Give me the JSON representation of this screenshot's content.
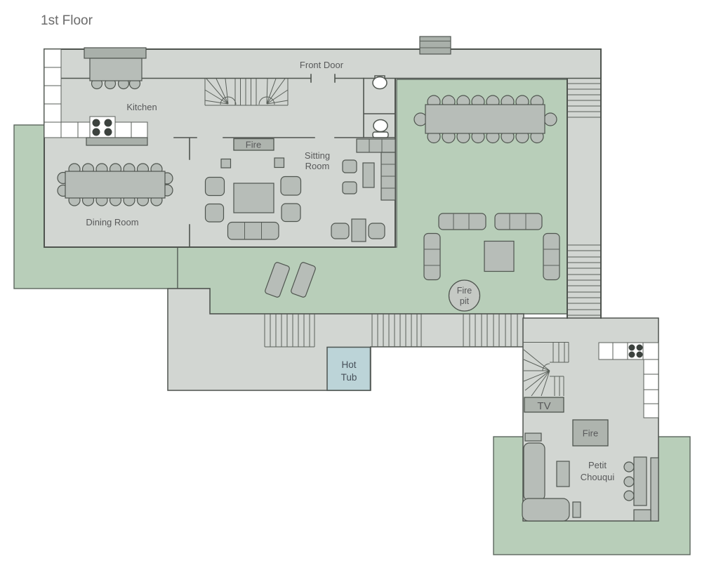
{
  "title": "1st Floor",
  "labels": {
    "front_door": "Front Door",
    "kitchen": "Kitchen",
    "dining_room": "Dining Room",
    "sitting_room": [
      "Sitting",
      "Room"
    ],
    "fire_sitting": "Fire",
    "hot_tub": [
      "Hot",
      "Tub"
    ],
    "fire_pit": [
      "Fire",
      "pit"
    ],
    "tv": "TV",
    "fire_petit": "Fire",
    "petit_chouqui": [
      "Petit",
      "Chouqui"
    ]
  },
  "colors": {
    "background": "#ffffff",
    "floor": "#d2d6d2",
    "deck_green": "#b8ceb9",
    "wall": "#4f544f",
    "furniture": "#b7bdb8",
    "counter_white": "#ffffff",
    "hot_tub": "#bcd4d8",
    "fire_pit": "#c5c9c4",
    "label_text": "#58595a"
  }
}
